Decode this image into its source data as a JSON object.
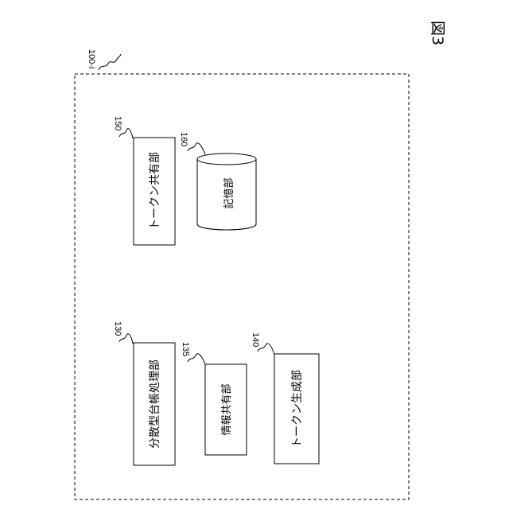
{
  "figure": {
    "label": "図3"
  },
  "device": {
    "ref": "100-i"
  },
  "components": {
    "ledger_processing": {
      "ref": "130",
      "label": "分散型台帳処理部"
    },
    "info_sharing": {
      "ref": "135",
      "label": "情報共有部"
    },
    "token_generation": {
      "ref": "140",
      "label": "トークン生成部"
    },
    "token_sharing": {
      "ref": "150",
      "label": "トークン共有部"
    },
    "storage": {
      "ref": "160",
      "label": "記憶部"
    }
  }
}
